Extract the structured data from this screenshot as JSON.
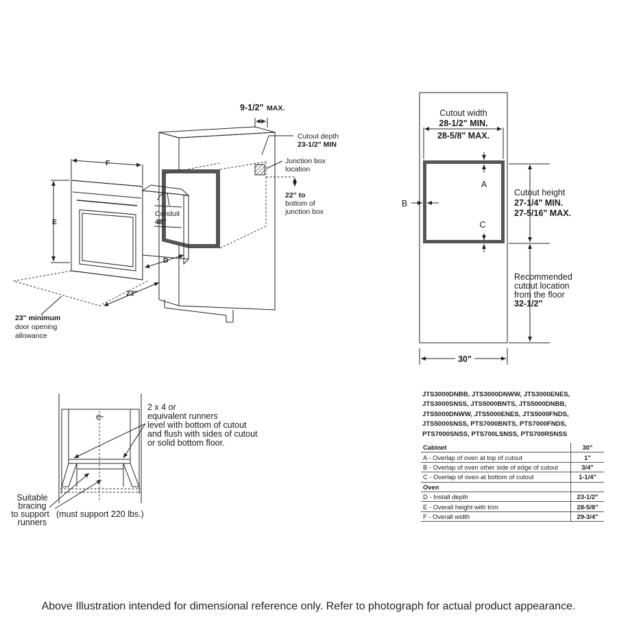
{
  "oven_view": {
    "dim_9_5": "9-1/2\"",
    "dim_9_5_suffix": "MAX.",
    "cutout_depth_label": "Cutout depth",
    "cutout_depth_value": "23-1/2\" MIN",
    "junction_line1": "Junction box",
    "junction_line2": "location",
    "dim_f": "F",
    "dim_e": "E",
    "dim_d": "D",
    "conduit_label": "Conduit",
    "conduit_value": "48\"",
    "junction_height_line1": "22\" to",
    "junction_height_line2": "bottom of",
    "junction_height_line3": "junction box",
    "dim_22": "22\"",
    "door_line1": "23\" minimum",
    "door_line2": "door opening",
    "door_line3": "allowance"
  },
  "cutout_view": {
    "width_label": "Cutout width",
    "width_min": "28-1/2\" MIN.",
    "width_max": "28-5/8\" MAX.",
    "label_a": "A",
    "label_b": "B",
    "label_c": "C",
    "height_label": "Cutout height",
    "height_min": "27-1/4\" MIN.",
    "height_max": "27-5/16\" MAX.",
    "rec_line1": "Recommended",
    "rec_line2": "cutout location",
    "rec_line3": "from the floor",
    "rec_value": "32-1/2\"",
    "cabinet_width": "30\""
  },
  "runner_view": {
    "centerline": "C",
    "runner_line1": "2 x 4 or",
    "runner_line2": "equivalent runners",
    "runner_line3": "level with bottom of cutout",
    "runner_line4": "and flush with sides of cutout",
    "runner_line5": "or solid bottom floor.",
    "bracing_line1": "Suitable",
    "bracing_line2": "bracing",
    "bracing_line3": "to support",
    "bracing_line4": "runners",
    "support_note": "(must support 220 lbs.)"
  },
  "models": [
    "JTS3000DNBB, JTS3000DNWW, JTS3000ENES,",
    "JTS3000SNSS, JTS5000BNTS, JTS5000DNBB,",
    "JTS5000DNWW, JTS5000ENES, JTS5000FNDS,",
    "JTS5000SNSS, PTS7000BNTS, PTS7000FNDS,",
    "PTS7000SNSS, PTS700LSNSS, PTS700RSNSS"
  ],
  "spec_table": {
    "cabinet_header": "Cabinet",
    "cabinet_value": "30\"",
    "rows_cabinet": [
      {
        "label": "A - Overlap of oven at top of cutout",
        "value": "1\""
      },
      {
        "label": "B - Overlap of oven other side of edge of cutout",
        "value": "3/4\""
      },
      {
        "label": "C - Overlap of oven at bottom of cutout",
        "value": "1-1/4\""
      }
    ],
    "oven_header": "Oven",
    "rows_oven": [
      {
        "label": "D - Install depth",
        "value": "23-1/2\""
      },
      {
        "label": "E - Overall height with trim",
        "value": "28-5/8\""
      },
      {
        "label": "F - Overall width",
        "value": "29-3/4\""
      }
    ]
  },
  "footer": "Above Illustration intended for dimensional reference only. Refer to photograph for actual product appearance."
}
